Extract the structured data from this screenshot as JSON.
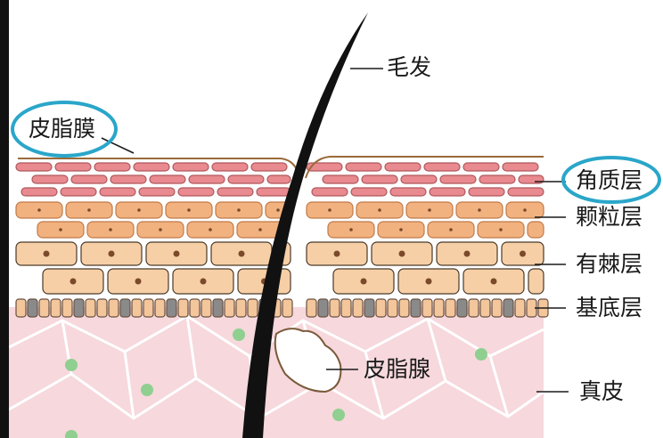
{
  "labels": {
    "hair": "毛发",
    "sebum_film": "皮脂膜",
    "stratum_corneum": "角质层",
    "granular_layer": "颗粒层",
    "spinous_layer": "有棘层",
    "basal_layer": "基底层",
    "sebaceous_gland": "皮脂腺",
    "dermis": "真皮"
  },
  "colors": {
    "highlight_ring": "#2aa6c9",
    "corneum_cell": "#e88a8f",
    "granular_cell": "#f2b27f",
    "spinous_cell": "#f7cfa6",
    "basal_cell": "#f3c69b",
    "basal_dark": "#8a8a8a",
    "dermis": "#f6d8dd",
    "hair": "#111111",
    "fiber_dot": "#8fcf8f"
  }
}
